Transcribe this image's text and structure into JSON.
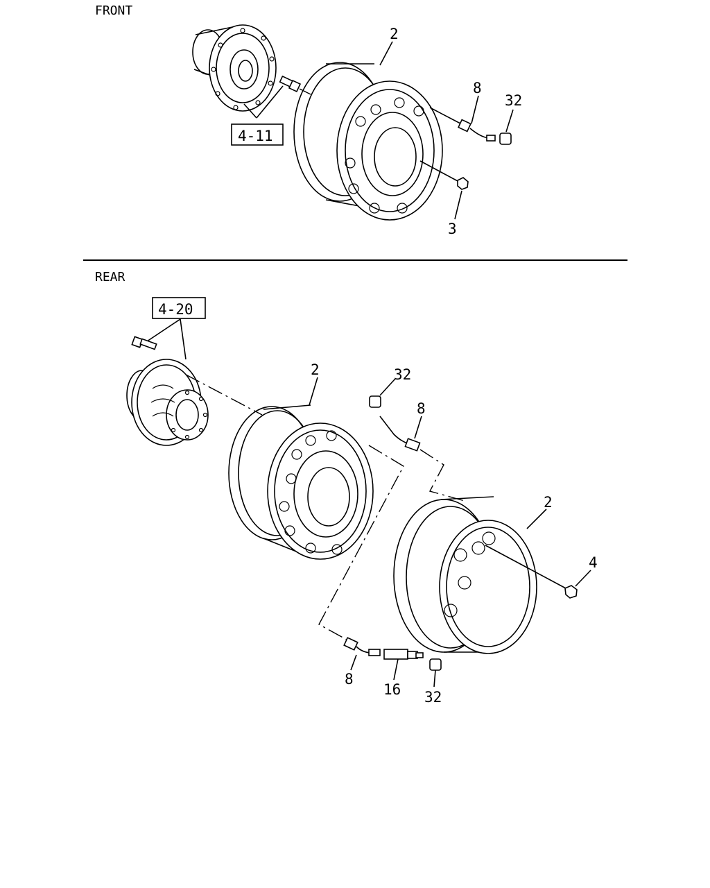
{
  "sections": {
    "front": "FRONT",
    "rear": "REAR"
  },
  "refs": {
    "front_hub": "4-11",
    "rear_hub": "4-20"
  },
  "callouts": {
    "front_wheel": "2",
    "front_valve_ext": "8",
    "front_valve_cap": "32",
    "front_nut": "3",
    "rear_outer_wheel": "2",
    "rear_cap_top": "32",
    "rear_valve_top": "8",
    "rear_inner_wheel": "2",
    "rear_nut": "4",
    "rear_valve_bottom": "8",
    "rear_extension": "16",
    "rear_cap_bottom": "32"
  }
}
